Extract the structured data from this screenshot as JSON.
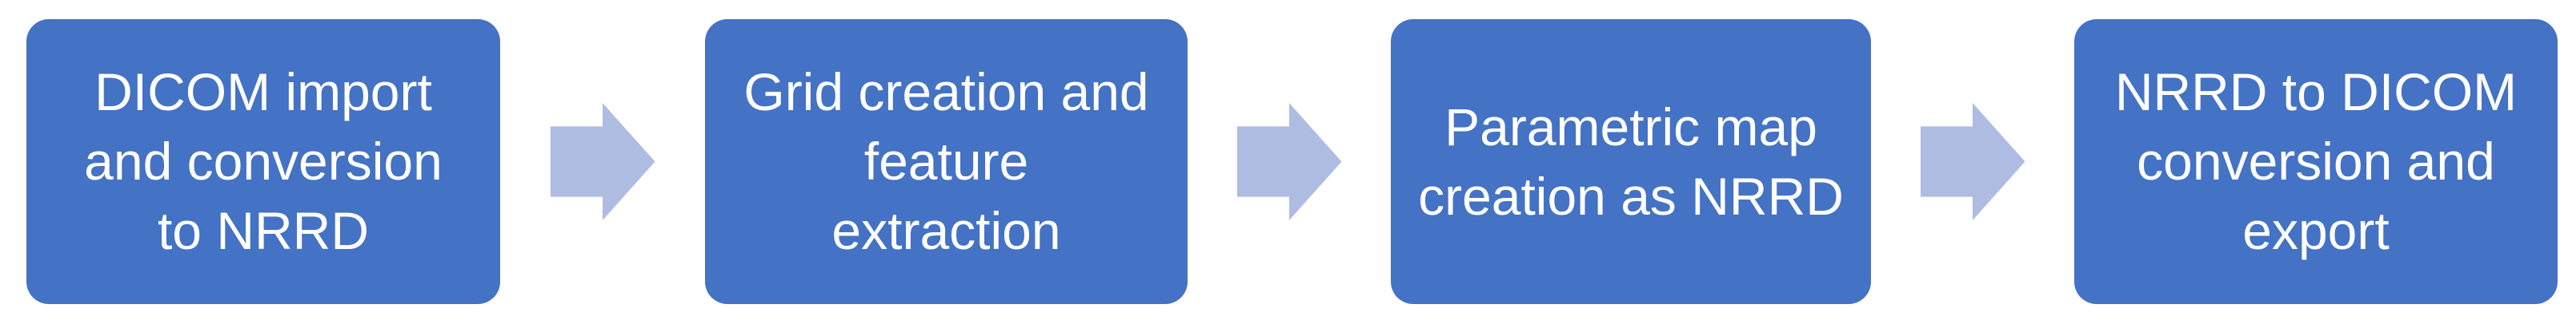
{
  "diagram": {
    "type": "process-flow",
    "direction": "left-to-right",
    "colors": {
      "background": "#ffffff",
      "box_fill": "#4472C4",
      "arrow_fill": "#AFBCE2",
      "text": "#ffffff"
    },
    "steps": [
      {
        "label": "DICOM import\nand conversion\nto NRRD"
      },
      {
        "label": "Grid creation and\nfeature\nextraction"
      },
      {
        "label": "Parametric map\ncreation as NRRD"
      },
      {
        "label": "NRRD to DICOM\nconversion and\nexport"
      }
    ],
    "connectors": [
      {
        "icon": "right-block-arrow"
      },
      {
        "icon": "right-block-arrow"
      },
      {
        "icon": "right-block-arrow"
      }
    ]
  }
}
